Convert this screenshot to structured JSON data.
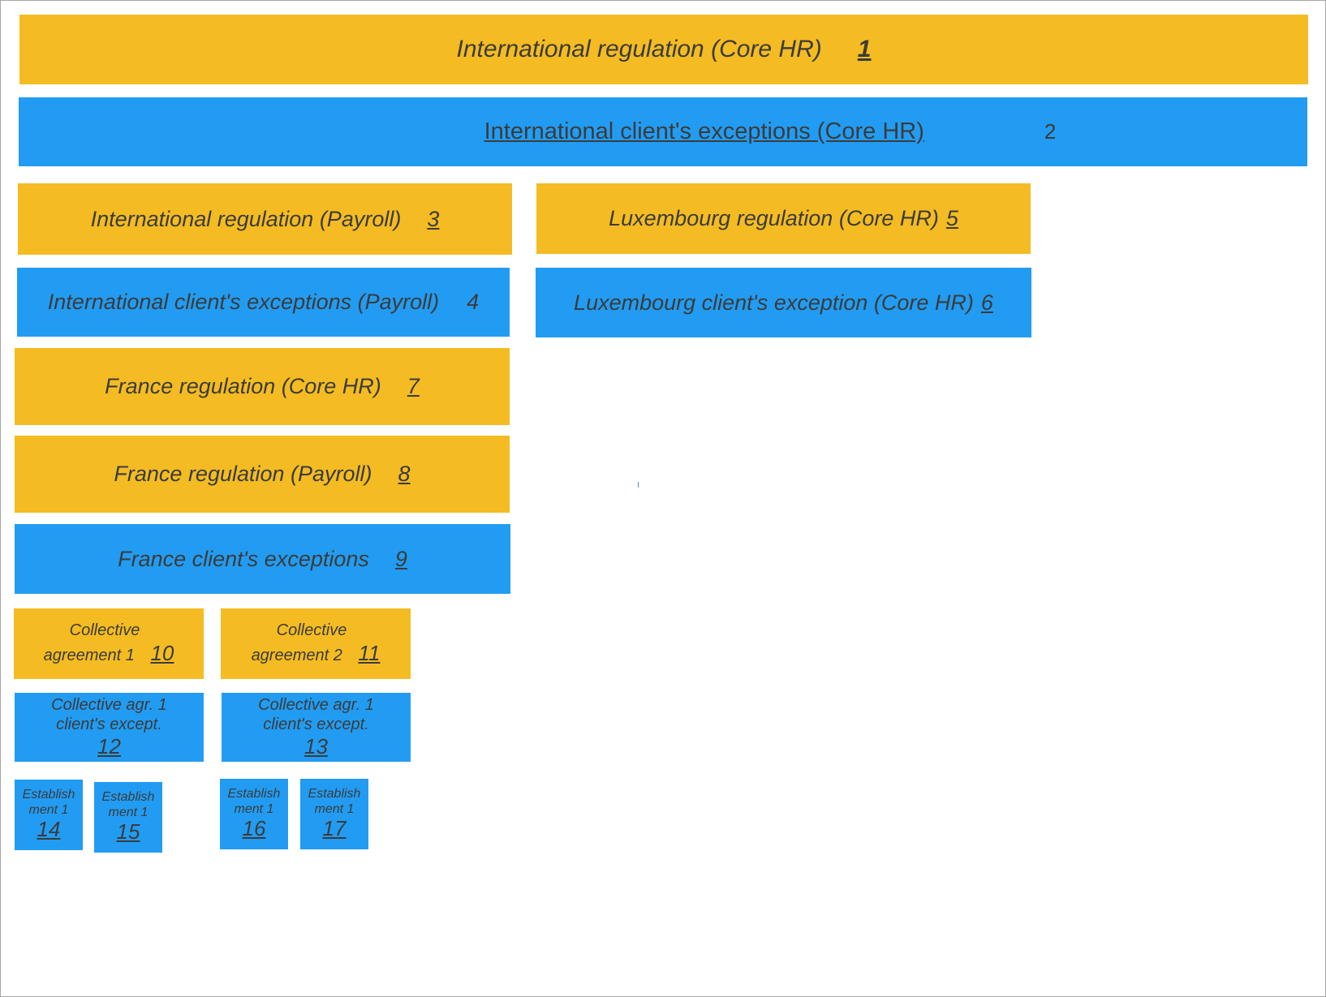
{
  "colors": {
    "regulation": "#f4bc22",
    "exception": "#229cf2",
    "text": "#3b3b3b"
  },
  "boxes": {
    "b1": {
      "label": "International regulation (Core HR)",
      "number": "1"
    },
    "b2": {
      "label": "International client's exceptions (Core HR)",
      "number": "2"
    },
    "b3": {
      "label": "International regulation (Payroll)",
      "number": "3"
    },
    "b4": {
      "label": "International client's exceptions (Payroll)",
      "number": "4"
    },
    "b5": {
      "label": "Luxembourg regulation (Core HR)",
      "number": "5"
    },
    "b6": {
      "label": "Luxembourg client's exception (Core HR)",
      "number": "6"
    },
    "b7": {
      "label": "France regulation (Core HR)",
      "number": "7"
    },
    "b8": {
      "label": "France regulation (Payroll)",
      "number": "8"
    },
    "b9": {
      "label": "France client's exceptions",
      "number": "9"
    },
    "b10": {
      "line1": "Collective",
      "line2": "agreement 1",
      "number": "10"
    },
    "b11": {
      "line1": "Collective",
      "line2": "agreement 2",
      "number": "11"
    },
    "b12": {
      "line1": "Collective agr. 1",
      "line2": "client's except.",
      "number": "12"
    },
    "b13": {
      "line1": "Collective agr. 1",
      "line2": "client's except.",
      "number": "13"
    },
    "b14": {
      "line1": "Establish",
      "line2": "ment 1",
      "number": "14"
    },
    "b15": {
      "line1": "Establish",
      "line2": "ment 1",
      "number": "15"
    },
    "b16": {
      "line1": "Establish",
      "line2": "ment 1",
      "number": "16"
    },
    "b17": {
      "line1": "Establish",
      "line2": "ment 1",
      "number": "17"
    }
  }
}
